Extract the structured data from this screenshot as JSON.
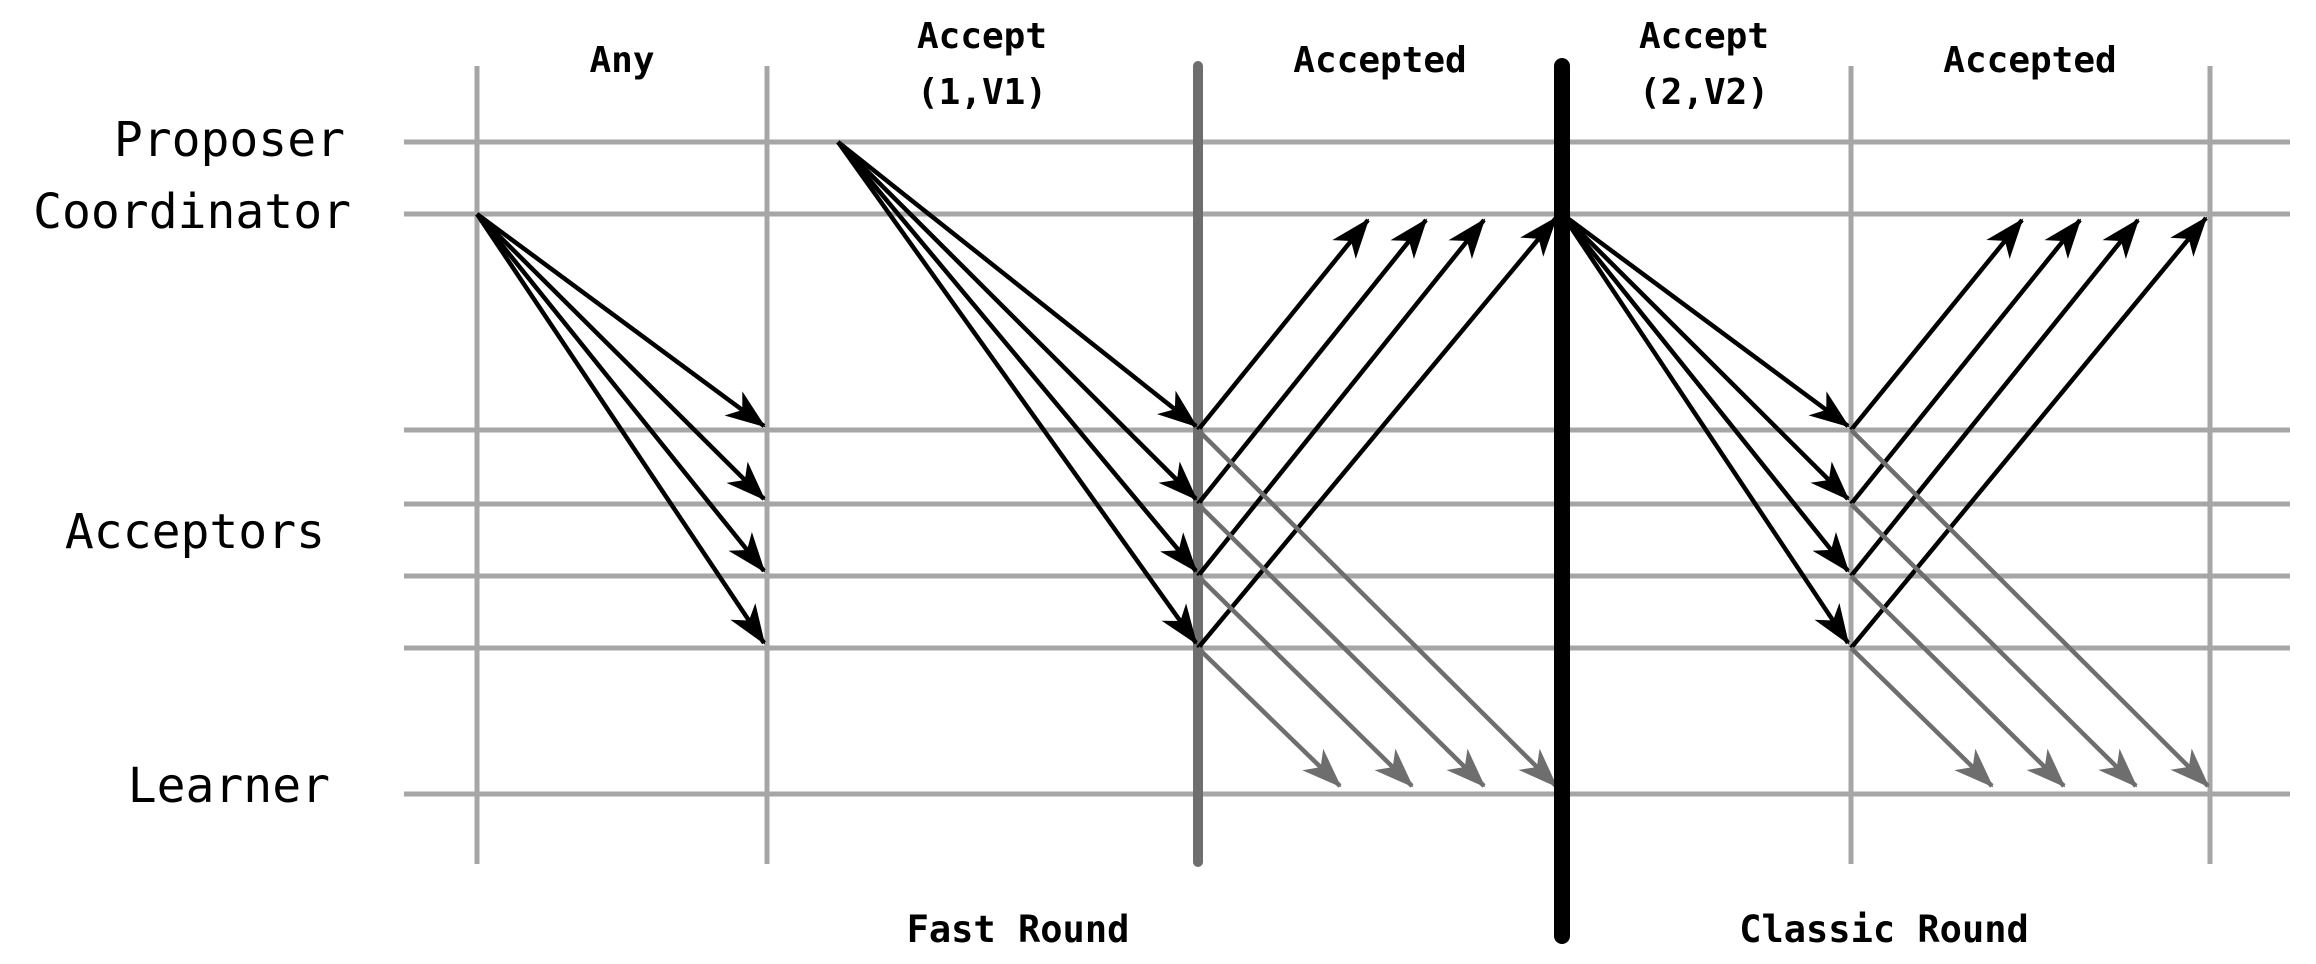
{
  "roles": {
    "proposer": "Proposer",
    "coordinator": "Coordinator",
    "acceptors": "Acceptors",
    "learner": "Learner"
  },
  "phases": {
    "any": "Any",
    "accept1_line1": "Accept",
    "accept1_line2": "(1,V1)",
    "accepted1": "Accepted",
    "accept2_line1": "Accept",
    "accept2_line2": "(2,V2)",
    "accepted2": "Accepted"
  },
  "rounds": {
    "fast": "Fast Round",
    "classic": "Classic Round"
  },
  "colors": {
    "grid": "#a6a6a6",
    "message": "#000000",
    "learner_message": "#6e6e6e",
    "fast_divider": "#6e6e6e",
    "round_divider": "#000000"
  }
}
